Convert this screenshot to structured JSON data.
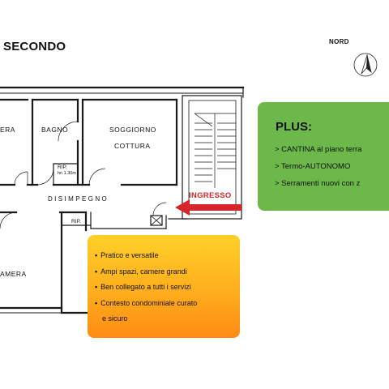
{
  "floor_title": "SECONDO",
  "compass": {
    "label": "NORD",
    "icon": "north-arrow-icon"
  },
  "rooms": {
    "camera_top": "ERA",
    "bagno": "BAGNO",
    "soggiorno_line1": "SOGGIORNO",
    "soggiorno_line2": "COTTURA",
    "camera_bottom": "AMERA",
    "disimpegno": "DISIMPEGNO",
    "rip_upper_line1": "RIP.",
    "rip_upper_line2": "hn 1.30m",
    "rip_lower": "RIP."
  },
  "entrance": {
    "label": "INGRESSO",
    "arrow_icon": "left-arrow-icon",
    "color": "#d7262b"
  },
  "plus": {
    "title": "PLUS:",
    "items": [
      "> CANTINA al piano terra",
      "> Termo-AUTONOMO",
      "> Serramenti nuovi con z"
    ],
    "background": "#6cb84a"
  },
  "features": {
    "bullet": "•",
    "items": [
      "Pratico e versatile",
      "Ampi spazi, camere grandi",
      "Ben collegato a tutti i servizi",
      "Contesto condominiale curato"
    ],
    "last_continuation": "e sicuro",
    "gradient_top": "#ffd028",
    "gradient_bottom": "#ff8b13"
  }
}
